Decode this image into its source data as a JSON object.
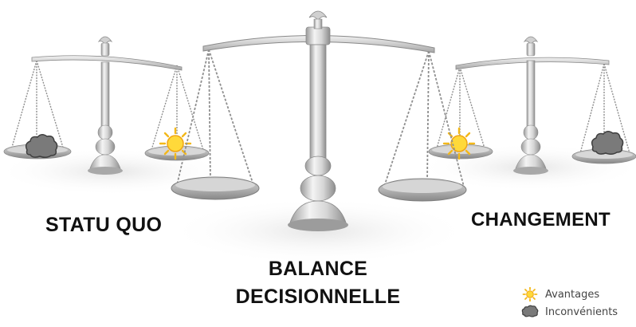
{
  "colors": {
    "metal_light": "#efefef",
    "metal_mid": "#c9c9c9",
    "metal_dark": "#8a8a8a",
    "sun": "#f7c21a",
    "sun_core": "#ffe35c",
    "cloud": "#7a7a7a",
    "cloud_dark": "#4c4c4c",
    "text": "#111111"
  },
  "scales": {
    "left_label": "STATU QUO",
    "center_label_line1": "BALANCE",
    "center_label_line2": "DECISIONNELLE",
    "right_label": "CHANGEMENT"
  },
  "legend": {
    "advantages_icon": "sun-icon",
    "advantages_label": "Avantages",
    "disadvantages_icon": "cloud-icon",
    "disadvantages_label": "Inconvénients"
  }
}
